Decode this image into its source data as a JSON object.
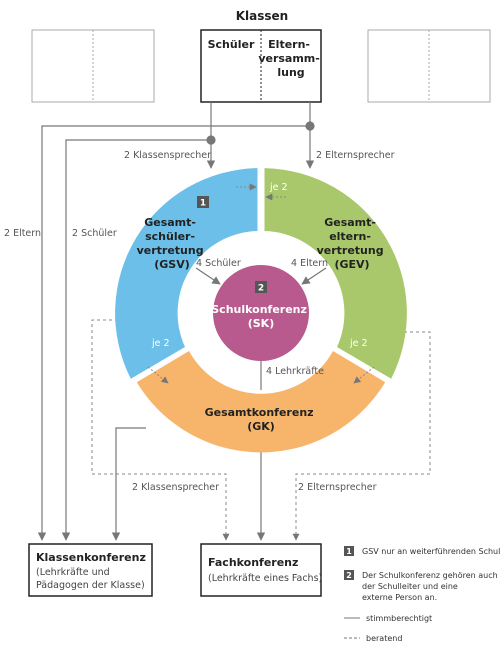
{
  "title": "Klassen",
  "class_box": {
    "left": "Schüler",
    "right": "Eltern-versamm-lung",
    "right_lines": [
      "Eltern-",
      "versamm-",
      "lung"
    ]
  },
  "labels": {
    "eltern_left": "2 Eltern",
    "schueler_left": "2 Schüler",
    "klassensprecher_top": "2 Klassensprecher",
    "elternsprecher_top": "2 Elternsprecher",
    "je2_top": "je 2",
    "je2_left": "je 2",
    "je2_right": "je 2",
    "schueler4": "4 Schüler",
    "eltern4": "4 Eltern",
    "lehrkraefte4": "4 Lehrkräfte",
    "klassensprecher_bottom": "2 Klassensprecher",
    "elternsprecher_bottom": "2 Elternsprecher"
  },
  "gsv": {
    "lines": [
      "Gesamt-",
      "schüler-",
      "vertretung",
      "(GSV)"
    ],
    "color": "#6bbfe8",
    "badge": "1"
  },
  "gev": {
    "lines": [
      "Gesamt-",
      "eltern-",
      "vertretung",
      "(GEV)"
    ],
    "color": "#a9c86b"
  },
  "gk": {
    "lines": [
      "Gesamtkonferenz",
      "(GK)"
    ],
    "color": "#f7b56b"
  },
  "sk": {
    "lines": [
      "Schulkonferenz",
      "(SK)"
    ],
    "color": "#b85a8e",
    "badge": "2"
  },
  "klassenkonferenz": {
    "title": "Klassenkonferenz",
    "sub1": "(Lehrkräfte und",
    "sub2": "Pädagogen der Klasse)"
  },
  "fachkonferenz": {
    "title": "Fachkonferenz",
    "sub": "(Lehrkräfte eines Fachs)"
  },
  "legend": {
    "note1_badge": "1",
    "note1": "GSV nur an weiterführenden Schulen",
    "note2_badge": "2",
    "note2_lines": [
      "Der Schulkonferenz gehören auch",
      "der Schulleiter und eine",
      "externe Person an."
    ],
    "solid": "stimmberechtigt",
    "dashed": "beratend"
  }
}
